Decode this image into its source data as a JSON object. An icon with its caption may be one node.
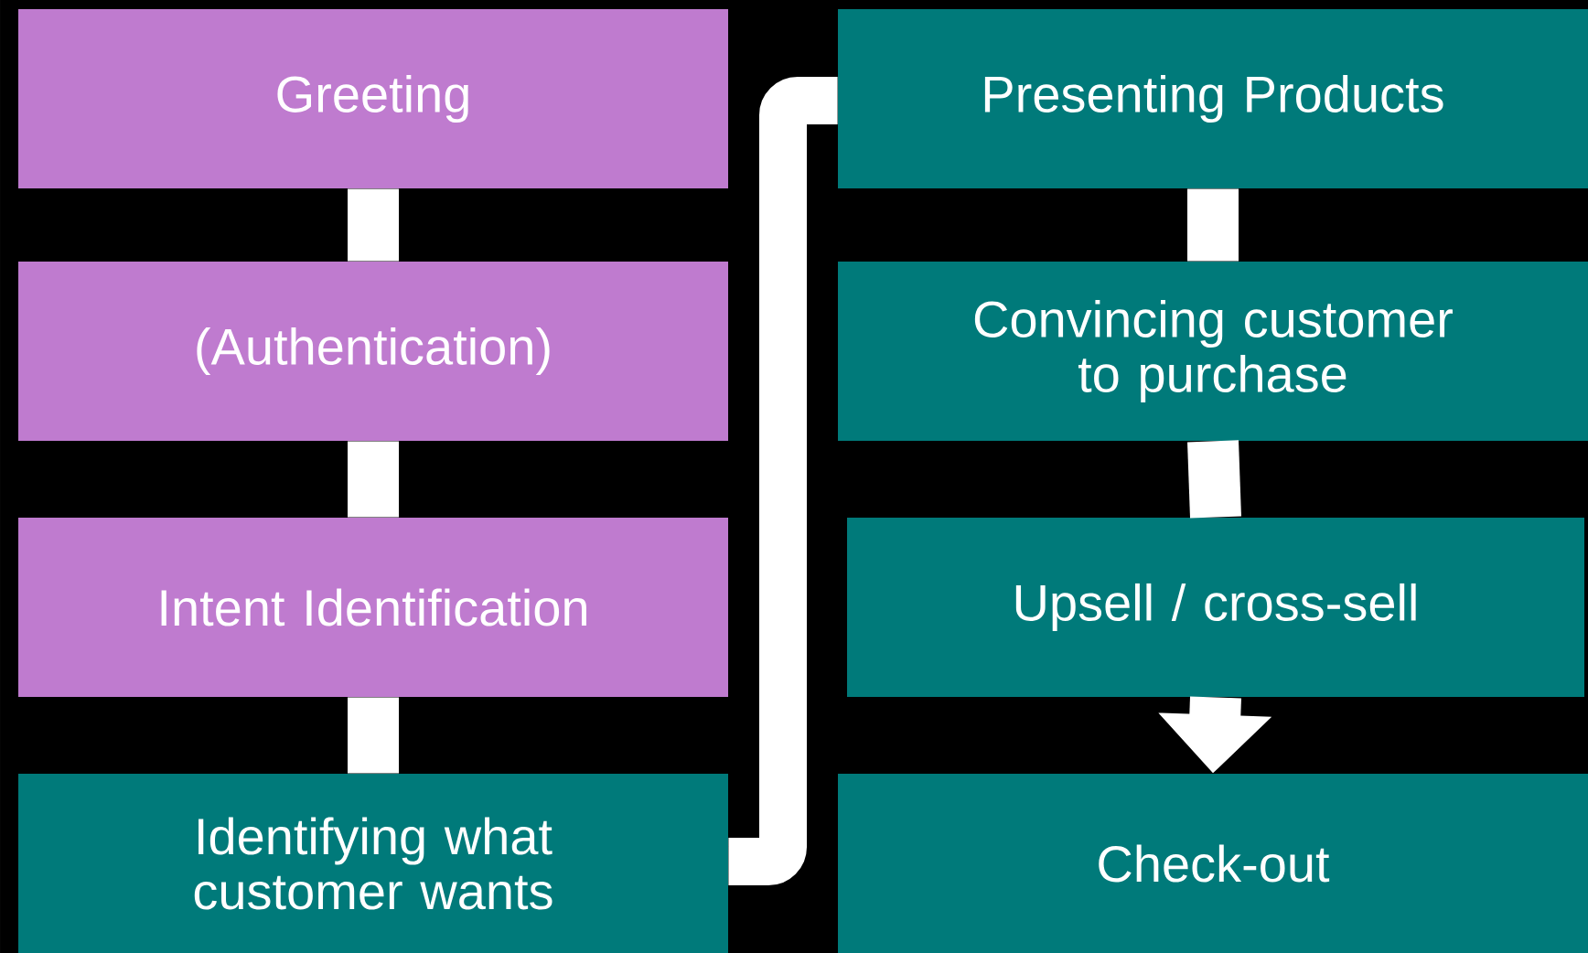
{
  "diagram": {
    "nodes": [
      {
        "text": [
          "Greeting"
        ]
      },
      {
        "text": [
          "(Authentication)"
        ]
      },
      {
        "text": [
          "Intent Identification"
        ]
      },
      {
        "text": [
          "Identifying what customer wants"
        ]
      },
      {
        "text": [
          "Presenting Products"
        ]
      },
      {
        "text": [
          "Convincing customer to purchase"
        ]
      },
      {
        "text": [
          "Upsell / cross-sell"
        ]
      },
      {
        "text": [
          "Check-out"
        ]
      }
    ],
    "edges": [
      {
        "from": 0,
        "to": 1,
        "arrow": "none"
      },
      {
        "from": 1,
        "to": 2,
        "arrow": "none"
      },
      {
        "from": 2,
        "to": 3,
        "arrow": "none"
      },
      {
        "from": 3,
        "to": 4,
        "arrow": "none"
      },
      {
        "from": 4,
        "to": 5,
        "arrow": "none"
      },
      {
        "from": 5,
        "to": 6,
        "arrow": "none"
      },
      {
        "from": 6,
        "to": 7,
        "arrow": "to"
      }
    ]
  }
}
